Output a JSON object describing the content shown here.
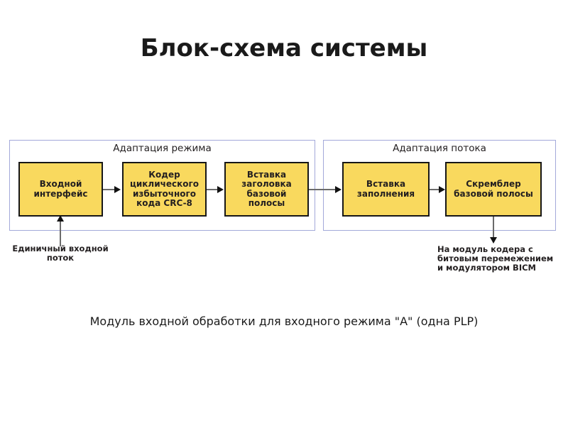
{
  "slide": {
    "title": "Блок-схема системы",
    "caption": "Модуль входной обработки для входного режима \"A\" (одна PLP)"
  },
  "diagram": {
    "groups": [
      {
        "id": "mode",
        "label": "Адаптация режима"
      },
      {
        "id": "stream",
        "label": "Адаптация потока"
      }
    ],
    "blocks": [
      {
        "id": "input-interface",
        "label": "Входной интерфейс"
      },
      {
        "id": "crc",
        "label": "Кодер циклического избыточного кода CRC-8"
      },
      {
        "id": "bbheader",
        "label": "Вставка заголовка базовой полосы"
      },
      {
        "id": "padding",
        "label": "Вставка заполнения"
      },
      {
        "id": "scrambler",
        "label": "Скремблер базовой полосы"
      }
    ],
    "annotations": {
      "input": "Единичный входной поток",
      "output": "На модуль кодера с битовым перемежением и модулятором BICM"
    },
    "colors": {
      "block_fill": "#f9d95e",
      "block_border": "#171717",
      "group_border": "#a3a9da",
      "connector": "#6b6b6b",
      "text": "#231f20"
    }
  }
}
